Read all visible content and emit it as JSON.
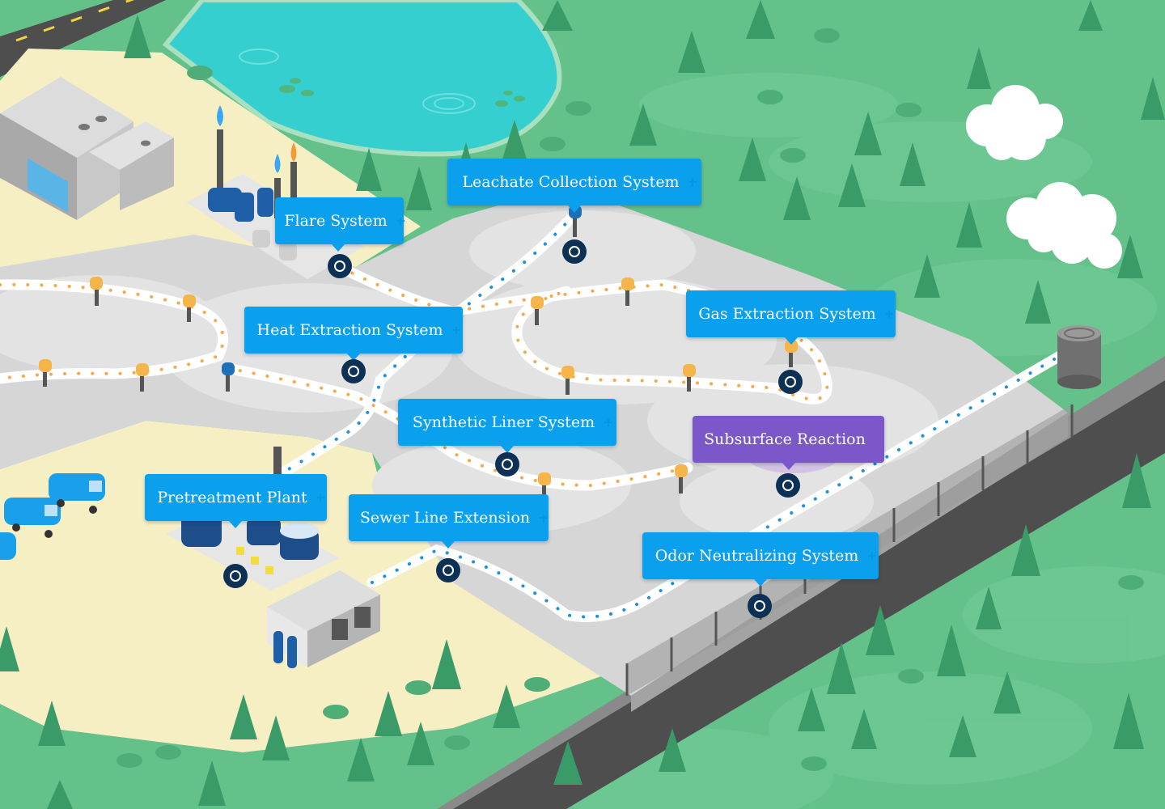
{
  "colors": {
    "hotspot_blue": "#0ba0ee",
    "hotspot_purple": "#7b57c9",
    "marker": "#0d3155",
    "grass": "#65c18a",
    "landfill": "#d9d9d9",
    "sand": "#f7efc4",
    "water": "#35cfcf"
  },
  "icons": [
    "tree-icon",
    "truck-icon",
    "flare-icon",
    "tank-icon",
    "cloud-icon",
    "plus-icon",
    "target-icon"
  ],
  "hotspots": [
    {
      "id": "leachate",
      "label": "Leachate Collection System",
      "color": "#0ba0ee"
    },
    {
      "id": "flare",
      "label": "Flare System",
      "color": "#0ba0ee"
    },
    {
      "id": "heat",
      "label": "Heat Extraction System",
      "color": "#0ba0ee"
    },
    {
      "id": "gas",
      "label": "Gas Extraction System",
      "color": "#0ba0ee"
    },
    {
      "id": "liner",
      "label": "Synthetic Liner System",
      "color": "#0ba0ee"
    },
    {
      "id": "subsurface",
      "label": "Subsurface Reaction",
      "color": "#7b57c9"
    },
    {
      "id": "pretreatment",
      "label": "Pretreatment Plant",
      "color": "#0ba0ee"
    },
    {
      "id": "sewer",
      "label": "Sewer Line Extension",
      "color": "#0ba0ee"
    },
    {
      "id": "odor",
      "label": "Odor Neutralizing System",
      "color": "#0ba0ee"
    }
  ]
}
